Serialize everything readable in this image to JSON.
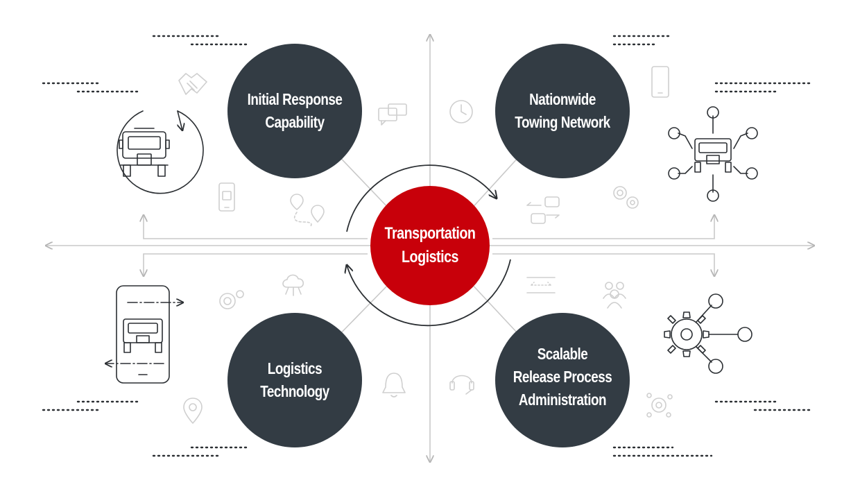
{
  "colors": {
    "node_fill": "#333c44",
    "center_fill": "#c8000a",
    "axis_line": "#c9c9c9",
    "ghost_icon": "#cfcfcf",
    "outline_icon": "#2b2f33",
    "dots": "#2b2f33"
  },
  "center_node": {
    "label": "Transportation\nLogistics"
  },
  "nodes": [
    {
      "id": "initial-response",
      "label": "Initial Response\nCapability"
    },
    {
      "id": "towing-network",
      "label": "Nationwide\nTowing Network"
    },
    {
      "id": "logistics-technology",
      "label": "Logistics\nTechnology"
    },
    {
      "id": "release-process",
      "label": "Scalable\nRelease Process\nAdministration"
    }
  ],
  "icons": {
    "outline": [
      "truck-cycle-icon",
      "truck-network-icon",
      "phone-truck-transfer-icon",
      "gear-network-icon"
    ],
    "ghost": [
      "handshake-icon",
      "chat-bubbles-icon",
      "mobile-truck-icon",
      "route-pins-icon",
      "smartphone-icon",
      "clock-icon",
      "gears-icon",
      "traffic-cars-icon",
      "settings-gear-icon",
      "cloud-network-icon",
      "bell-icon",
      "location-pin-icon",
      "measure-icon",
      "team-icon",
      "headset-icon",
      "process-gears-icon"
    ]
  }
}
